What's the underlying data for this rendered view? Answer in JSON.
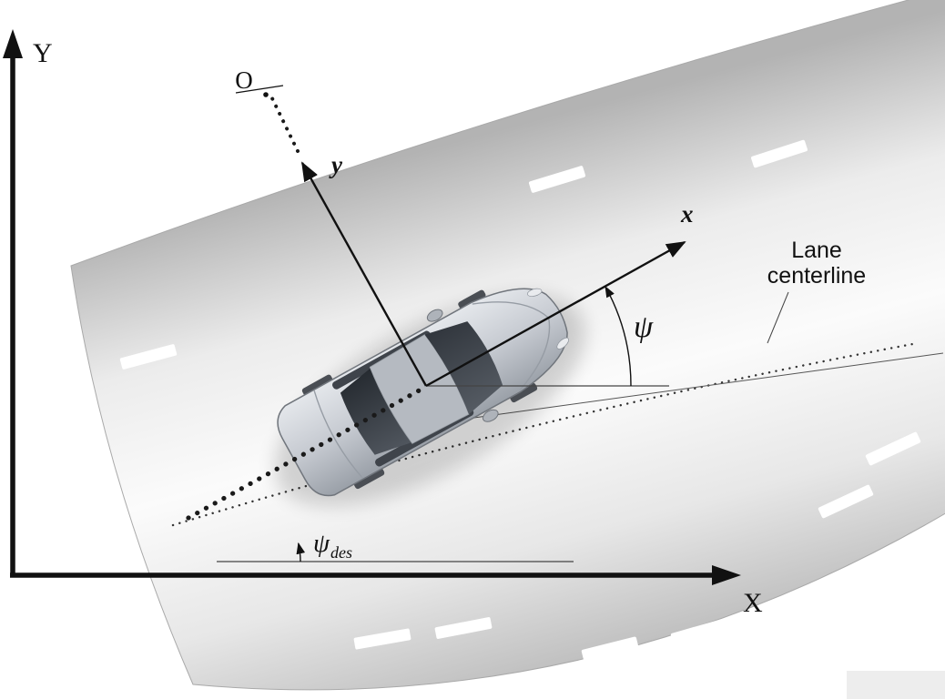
{
  "figure": {
    "type": "diagram",
    "subject": "Vehicle lane-keeping geometry with global and body-fixed coordinate frames"
  },
  "labels": {
    "global_y_axis": "Y",
    "global_x_axis": "X",
    "origin": "O",
    "vehicle_x_axis": "x",
    "vehicle_y_axis": "y",
    "heading_angle": "ψ",
    "desired_heading_angle": "ψ",
    "desired_heading_subscript": "des",
    "lane_centerline_line1": "Lane",
    "lane_centerline_line2": "centerline"
  },
  "colors": {
    "background": "#ffffff",
    "ink": "#111111",
    "road_edge": "#b3b3b3",
    "road_mid": "#fbfbfb",
    "lane_dash": "#ffffff",
    "car_body": "#c6cad1",
    "car_glass": "#3a3f46"
  }
}
